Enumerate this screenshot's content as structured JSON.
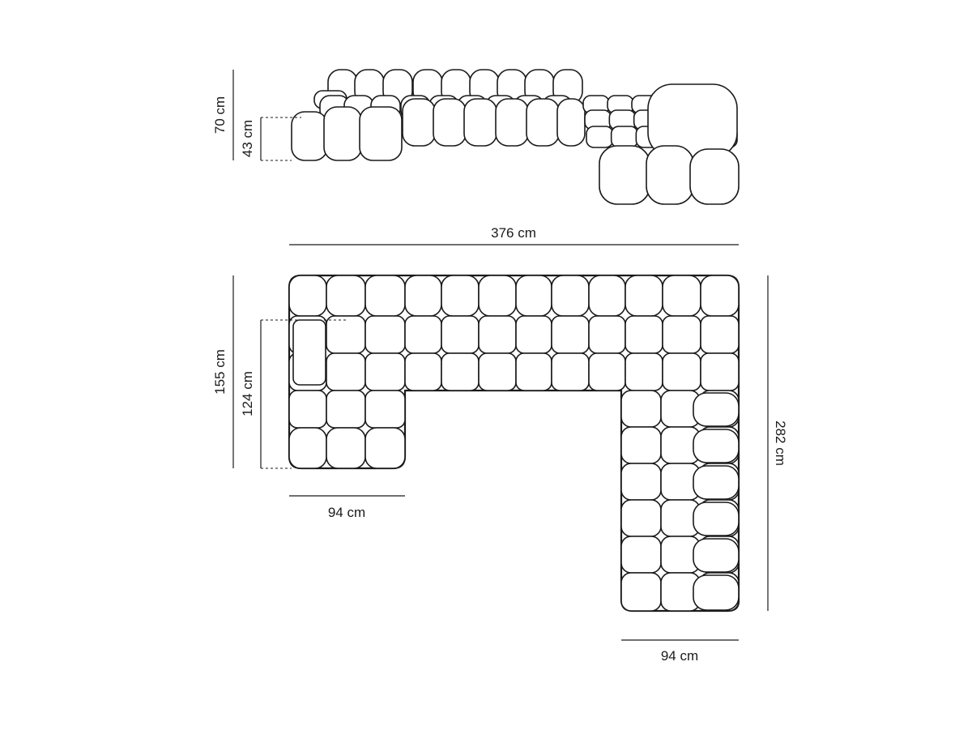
{
  "diagram": {
    "side_view": {
      "dims": {
        "total_height": "70 cm",
        "seat_height": "43 cm"
      }
    },
    "top_view": {
      "dims": {
        "total_width": "376 cm",
        "left_depth": "155 cm",
        "left_inner_depth": "124 cm",
        "left_width": "94 cm",
        "right_length": "282 cm",
        "right_width": "94 cm"
      }
    }
  }
}
